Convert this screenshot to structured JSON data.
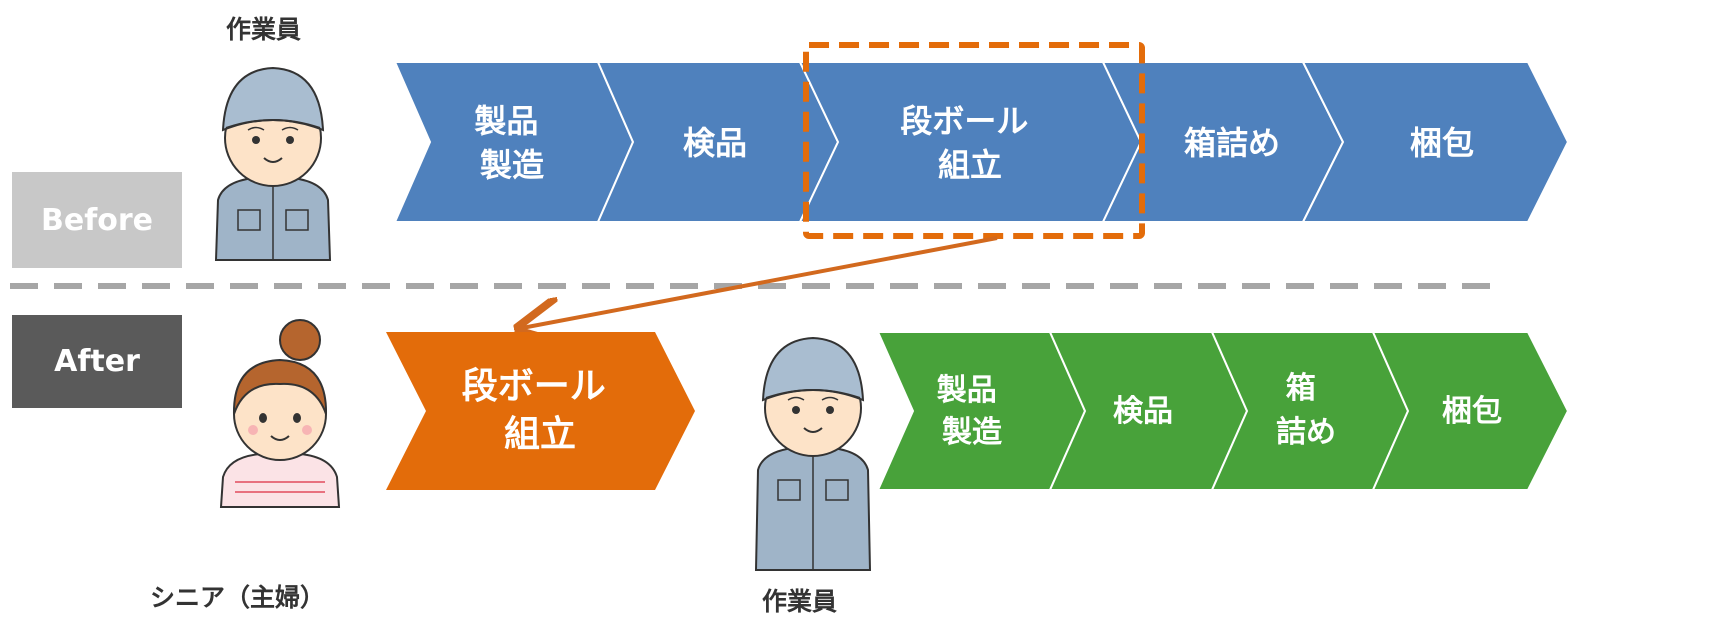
{
  "before": {
    "tag": "Before",
    "worker_label": "作業員",
    "steps": [
      {
        "lines": [
          "製品",
          "製造"
        ]
      },
      {
        "lines": [
          "検品"
        ]
      },
      {
        "lines": [
          "段ボール",
          "組立"
        ],
        "highlighted": true
      },
      {
        "lines": [
          "箱詰め"
        ]
      },
      {
        "lines": [
          "梱包"
        ]
      }
    ]
  },
  "after": {
    "tag": "After",
    "senior_label": "シニア（主婦）",
    "worker_label": "作業員",
    "senior_step": {
      "lines": [
        "段ボール",
        "組立"
      ]
    },
    "steps": [
      {
        "lines": [
          "製品",
          "製造"
        ]
      },
      {
        "lines": [
          "検品"
        ]
      },
      {
        "lines": [
          "箱",
          "詰め"
        ]
      },
      {
        "lines": [
          "梱包"
        ]
      }
    ]
  },
  "colors": {
    "before_step": "#4f81bd",
    "after_step": "#48a23a",
    "senior_step": "#e36c0a",
    "highlight": "#e36c0a",
    "arrow": "#d2691e",
    "divider": "#a6a6a6",
    "before_tag": "#c8c8c8",
    "after_tag": "#5a5a5a"
  },
  "icons": [
    "worker-icon",
    "worker-icon",
    "senior-woman-icon"
  ]
}
